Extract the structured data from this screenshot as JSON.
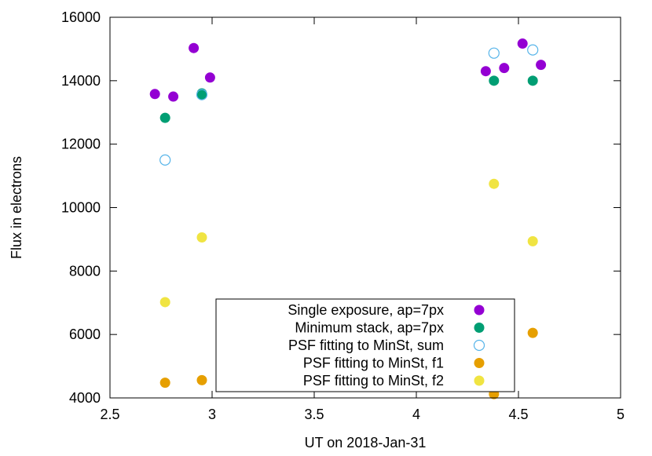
{
  "chart_data": {
    "type": "scatter",
    "xlabel": "UT on 2018-Jan-31",
    "ylabel": "Flux in electrons",
    "xlim": [
      2.5,
      5
    ],
    "ylim": [
      4000,
      16000
    ],
    "xticks": [
      2.5,
      3,
      3.5,
      4,
      4.5,
      5
    ],
    "xtick_labels": [
      "2.5",
      "3",
      "3.5",
      "4",
      "4.5",
      "5"
    ],
    "yticks": [
      4000,
      6000,
      8000,
      10000,
      12000,
      14000,
      16000
    ],
    "ytick_labels": [
      "4000",
      "6000",
      "8000",
      "10000",
      "12000",
      "14000",
      "16000"
    ],
    "grid": false,
    "legend_position": "bottom-center",
    "series": [
      {
        "name": "Single exposure, ap=7px",
        "color": "#9400d3",
        "marker": "filled-circle",
        "points": [
          [
            2.72,
            13580
          ],
          [
            2.81,
            13500
          ],
          [
            2.91,
            15030
          ],
          [
            2.99,
            14100
          ],
          [
            4.34,
            14300
          ],
          [
            4.43,
            14400
          ],
          [
            4.52,
            15170
          ],
          [
            4.61,
            14500
          ]
        ]
      },
      {
        "name": "Minimum stack, ap=7px",
        "color": "#009e73",
        "marker": "filled-circle",
        "points": [
          [
            2.77,
            12830
          ],
          [
            2.95,
            13570
          ],
          [
            2.95,
            13600
          ],
          [
            4.38,
            14000
          ],
          [
            4.57,
            14000
          ]
        ]
      },
      {
        "name": "PSF fitting to MinSt, sum",
        "color": "#56b4e9",
        "marker": "open-circle",
        "points": [
          [
            2.77,
            11500
          ],
          [
            2.95,
            13560
          ],
          [
            4.38,
            14870
          ],
          [
            4.57,
            14970
          ]
        ]
      },
      {
        "name": "PSF fitting to MinSt, f1",
        "color": "#e69f00",
        "marker": "filled-circle",
        "points": [
          [
            2.77,
            4480
          ],
          [
            2.95,
            4560
          ],
          [
            4.38,
            4120
          ],
          [
            4.57,
            6050
          ]
        ]
      },
      {
        "name": "PSF fitting to MinSt, f2",
        "color": "#f0e442",
        "marker": "filled-circle",
        "points": [
          [
            2.77,
            7020
          ],
          [
            2.95,
            9060
          ],
          [
            4.38,
            10750
          ],
          [
            4.57,
            8940
          ]
        ]
      }
    ]
  }
}
